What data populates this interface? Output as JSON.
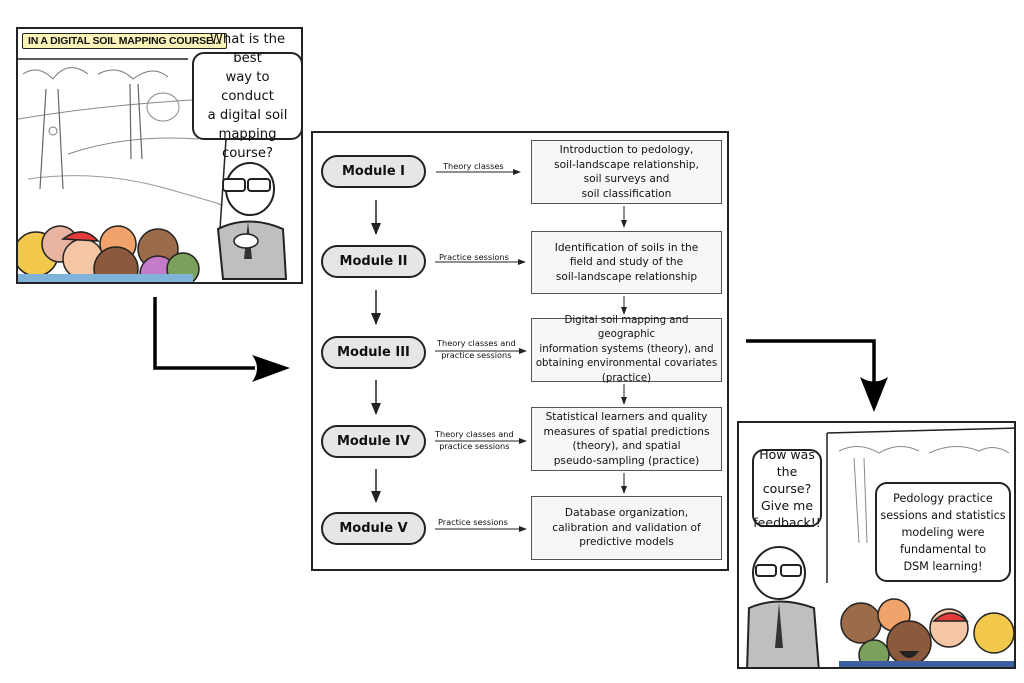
{
  "comic_start": {
    "caption": "IN A DIGITAL SOIL MAPPING COURSE...",
    "teacher_speech": [
      "What is the best",
      "way to conduct",
      "a digital soil",
      "mapping course?"
    ],
    "scene": "outdoor-landscape-with-trees",
    "characters": [
      "teacher-with-glasses",
      "group-of-students"
    ]
  },
  "flowchart": {
    "modules": [
      {
        "label": "Module I",
        "activity": [
          "Theory classes"
        ],
        "content": [
          "Introduction to pedology,",
          "soil-landscape relationship,",
          "soil surveys and",
          "soil classification"
        ]
      },
      {
        "label": "Module II",
        "activity": [
          "Practice sessions"
        ],
        "content": [
          "Identification of soils in the",
          "field and study of the",
          "soil-landscape relationship"
        ]
      },
      {
        "label": "Module III",
        "activity": [
          "Theory classes and",
          "practice sessions"
        ],
        "content": [
          "Digital soil mapping and geographic",
          "information systems (theory), and",
          "obtaining environmental covariates",
          "(practice)"
        ]
      },
      {
        "label": "Module IV",
        "activity": [
          "Theory classes and",
          "practice sessions"
        ],
        "content": [
          "Statistical learners and quality",
          "measures of spatial predictions",
          "(theory), and spatial",
          "pseudo-sampling (practice)"
        ]
      },
      {
        "label": "Module V",
        "activity": [
          "Practice sessions"
        ],
        "content": [
          "Database organization,",
          "calibration and validation of",
          "predictive models"
        ]
      }
    ]
  },
  "comic_end": {
    "teacher_speech": [
      "How was",
      "the course?",
      "Give me",
      "feedback!!"
    ],
    "student_speech": [
      "Pedology practice",
      "sessions and statistics",
      "modeling were",
      "fundamental to",
      "DSM learning!"
    ],
    "characters": [
      "teacher-with-glasses",
      "group-of-students"
    ]
  },
  "colors": {
    "caption_bg": "#fbf3b8",
    "module_fill": "#e6e6e6",
    "content_fill": "#f7f7f7",
    "stroke": "#222222"
  }
}
